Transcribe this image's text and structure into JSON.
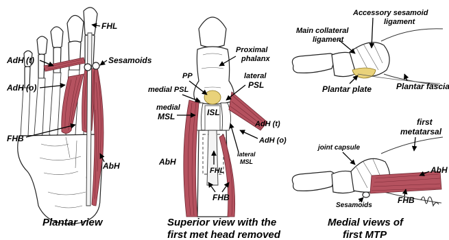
{
  "panels": {
    "plantar": {
      "caption": "Plantar view",
      "labels": {
        "fhl": "FHL",
        "adh_t": "AdH (t)",
        "sesamoids": "Sesamoids",
        "adh_o": "AdH (o)",
        "fhb": "FHB",
        "abh": "AbH"
      }
    },
    "superior": {
      "caption_line1": "Superior view with the",
      "caption_line2": "first met head removed",
      "labels": {
        "proximal_line1": "Proximal",
        "proximal_line2": "phalanx",
        "pp": "PP",
        "lateral_psl_line1": "lateral",
        "lateral_psl_line2": "PSL",
        "medial_psl": "medial PSL",
        "medial_msl_line1": "medial",
        "medial_msl_line2": "MSL",
        "isl": "ISL",
        "adh_t": "AdH (t)",
        "adh_o": "AdH (o)",
        "lateral_msl_line1": "lateral",
        "lateral_msl_line2": "MSL",
        "abh": "AbH",
        "fhl": "FHL",
        "fhb": "FHB"
      }
    },
    "medial": {
      "caption_line1": "Medial views of",
      "caption_line2": "first MTP",
      "labels": {
        "accessory_line1": "Accessory sesamoid",
        "accessory_line2": "ligament",
        "main_collateral_line1": "Main collateral",
        "main_collateral_line2": "ligament",
        "plantar_plate": "Plantar plate",
        "plantar_fascia": "Plantar fascia",
        "joint_capsule": "joint capsule",
        "first_metatarsal_line1": "first",
        "first_metatarsal_line2": "metatarsal",
        "abh": "AbH",
        "sesamoids": "Sesamoids",
        "fhb": "FHB"
      }
    }
  },
  "colors": {
    "muscle": "#b5525f",
    "plantar_plate": "#e9d27a"
  }
}
